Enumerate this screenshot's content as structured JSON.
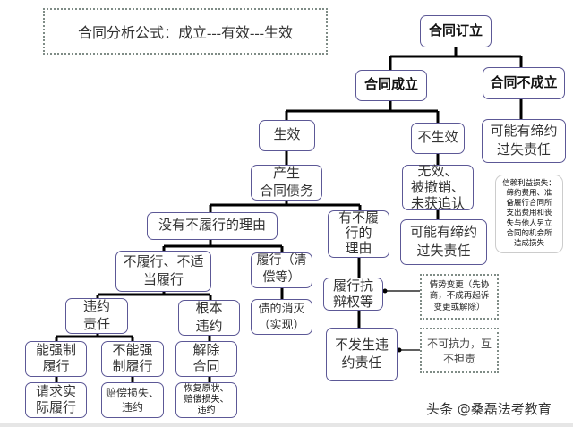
{
  "title": "合同分析公式：成立---有效---生效",
  "nodes": {
    "formation": "合同订立",
    "established": "合同成立",
    "not_established": "合同不成立",
    "culpa_right": "可能有缔约\n过失责任",
    "effective": "生效",
    "not_effective": "不生效",
    "debt_created": "产生\n合同债务",
    "invalid": "无效、\n被撤销、\n未获追认",
    "reliance_note": "信赖利益损失：\n缔约费用、准\n备履行合同所\n支出费用和丧\n失与他人另立\n合同的机会所\n造成损失",
    "no_reason": "没有不履行的理由",
    "has_reason": "有不履\n行的\n理由",
    "culpa_mid": "可能有缔约\n过失责任",
    "nonperformance": "不履行、不适\n当履行",
    "performance": "履行（清\n偿等）",
    "breach_liability": "违约\n责任",
    "fundamental_breach": "根本\n违约",
    "debt_extinguished": "债的消灭\n（实现）",
    "defense_rights": "履行抗\n辩权等",
    "change_circumstances": "情势变更（先协\n商，不成再起诉\n变更或解除）",
    "no_liability": "不发生违\n约责任",
    "force_majeure": "不可抗力，互\n不担责",
    "enforceable": "能强制\n履行",
    "unenforceable": "不能强\n制履行",
    "rescind": "解除\n合同",
    "actual_performance": "请求实\n际履行",
    "damages": "赔偿损失、\n违约",
    "restore": "恢复原状、\n赔偿损失、\n违约"
  },
  "watermark": "头条 @桑磊法考教育",
  "colors": {
    "box_border": "#5c5896",
    "connector": "#000000",
    "dotted_border": "#7f8c86"
  }
}
